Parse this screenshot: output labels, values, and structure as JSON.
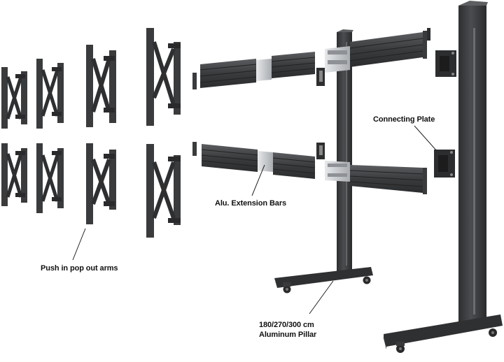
{
  "labels": {
    "connecting_plate": "Connecting Plate",
    "extension_bars": "Alu. Extension Bars",
    "arms": "Push in pop out arms",
    "pillar_line1": "180/270/300 cm",
    "pillar_line2": "Aluminum Pillar"
  },
  "colors": {
    "metal_dark": "#3b3c3e",
    "metal_mid": "#55575a",
    "metal_light": "#7a7c80",
    "bracket": "#c9ccd0",
    "line": "#222222"
  }
}
